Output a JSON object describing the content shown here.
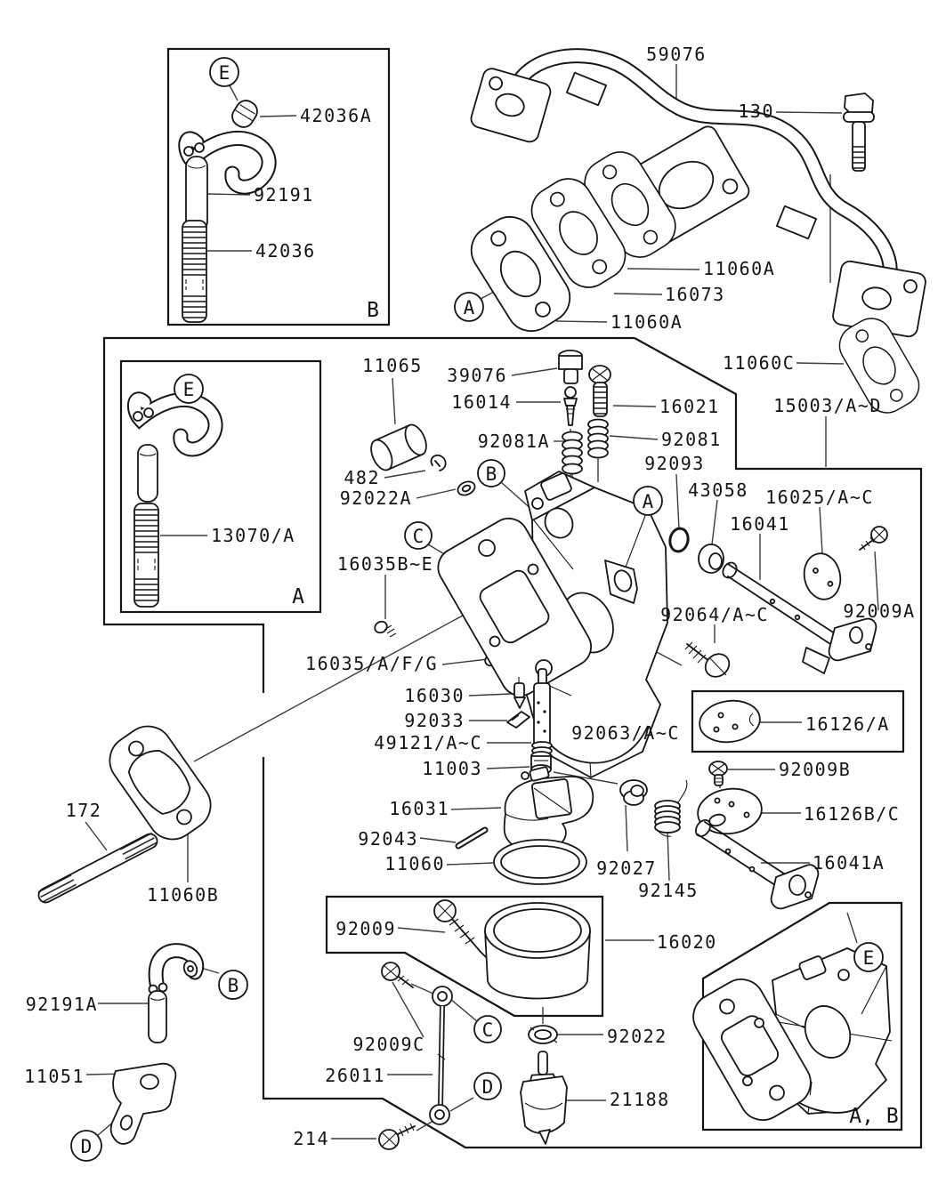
{
  "colors": {
    "ink": "#141414",
    "leader": "#3c3c3c",
    "background": "#ffffff"
  },
  "callouts": {
    "A": "A",
    "B": "B",
    "C": "C",
    "D": "D",
    "E": "E"
  },
  "inset_labels": {
    "box_b": "B",
    "box_a": "A",
    "box_ab": "A, B"
  },
  "parts": {
    "p59076": "59076",
    "p130": "130",
    "p11060a": "11060A",
    "p16073": "16073",
    "p11060c": "11060C",
    "p15003": "15003/A~D",
    "p42036a": "42036A",
    "p92191": "92191",
    "p42036": "42036",
    "p13070": "13070/A",
    "p11065": "11065",
    "p39076": "39076",
    "p16014": "16014",
    "p16021": "16021",
    "p92081a": "92081A",
    "p92081": "92081",
    "p92093": "92093",
    "p482": "482",
    "p92022a": "92022A",
    "p43058": "43058",
    "p16025": "16025/A~C",
    "p16041": "16041",
    "p92009a": "92009A",
    "p16035be": "16035B~E",
    "p92064": "92064/A~C",
    "p16035afg": "16035/A/F/G",
    "p16030": "16030",
    "p92033": "92033",
    "p49121": "49121/A~C",
    "p11003": "11003",
    "p92063": "92063/A~C",
    "p16126a": "16126/A",
    "p92009b": "92009B",
    "p16126bc": "16126B/C",
    "p16041a": "16041A",
    "p172": "172",
    "p11060b": "11060B",
    "p16031": "16031",
    "p92043": "92043",
    "p11060": "11060",
    "p92027": "92027",
    "p92145": "92145",
    "p92009": "92009",
    "p16020": "16020",
    "p92022": "92022",
    "p92009c": "92009C",
    "p26011": "26011",
    "p214": "214",
    "p21188": "21188",
    "p92191a": "92191A",
    "p11051": "11051"
  }
}
